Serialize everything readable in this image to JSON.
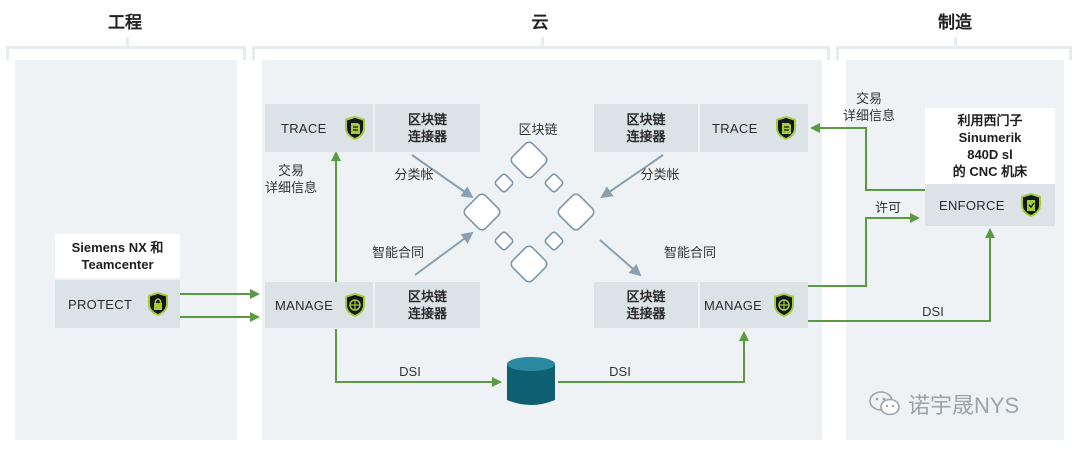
{
  "zones": {
    "engineering": "工程",
    "cloud": "云",
    "manufacturing": "制造"
  },
  "engineering": {
    "source_title": "Siemens NX 和\nTeamcenter",
    "protect_label": "PROTECT"
  },
  "cloud": {
    "trace_left_label": "TRACE",
    "trace_right_label": "TRACE",
    "manage_left_label": "MANAGE",
    "manage_right_label": "MANAGE",
    "connector_label": "区块链\n连接器",
    "blockchain_label": "区块链",
    "ledger_label": "分类帐",
    "smart_contract_label": "智能合同",
    "dsi_label": "DSI",
    "tx_details_label": "交易\n详细信息"
  },
  "manufacturing": {
    "machine_title": "利用西门子\nSinumerik\n840D sl\n的 CNC 机床",
    "enforce_label": "ENFORCE",
    "permit_label": "许可",
    "tx_details_label": "交易\n详细信息",
    "dsi_label": "DSI"
  },
  "watermark": "诺宇晟NYS",
  "colors": {
    "arrow_green": "#5a9a43",
    "arrow_blue": "#7f96a8",
    "shield": "#a4cc3a",
    "db": "#0f5f73"
  },
  "icons": [
    "shield-document-icon",
    "shield-lock-icon",
    "shield-globe-icon",
    "shield-check-document-icon",
    "database-icon",
    "blockchain-icon",
    "wechat-icon"
  ]
}
